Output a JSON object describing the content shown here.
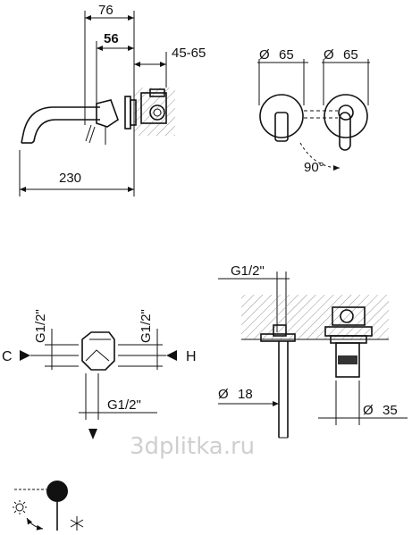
{
  "side_view": {
    "dim_top": "76",
    "dim_mid": "56",
    "dim_wall": "45-65",
    "dim_spout": "230"
  },
  "front_view": {
    "plate_left": "65",
    "plate_right": "65",
    "rotation": "90°"
  },
  "connection_view": {
    "thread_left": "G1/2\"",
    "thread_right": "G1/2\"",
    "thread_bottom": "G1/2\"",
    "cold_label": "C",
    "hot_label": "H"
  },
  "install_view": {
    "thread_top": "G1/2\"",
    "spout_diameter": "18",
    "body_diameter": "35"
  },
  "watermark": "3dplitka.ru",
  "legend": {
    "hot_icon": "sun-icon",
    "cold_icon": "snowflake-icon"
  }
}
